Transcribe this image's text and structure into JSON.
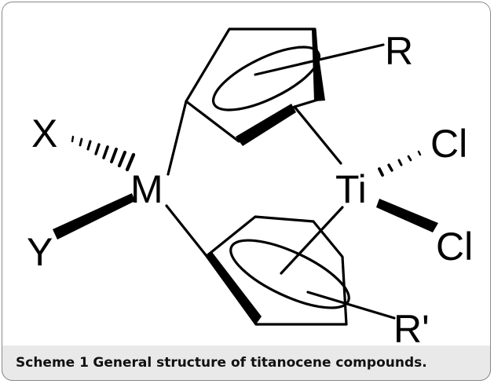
{
  "atoms": {
    "x": "X",
    "y": "Y",
    "m": "M",
    "ti": "Ti",
    "r": "R",
    "r_prime": "R'",
    "cl_top": "Cl",
    "cl_bottom": "Cl"
  },
  "caption": {
    "label": "Scheme 1",
    "text": "General structure of titanocene compounds."
  },
  "colors": {
    "ink": "#000000",
    "caption_bg": "#e9e9e9",
    "border": "#8a8a8a"
  }
}
